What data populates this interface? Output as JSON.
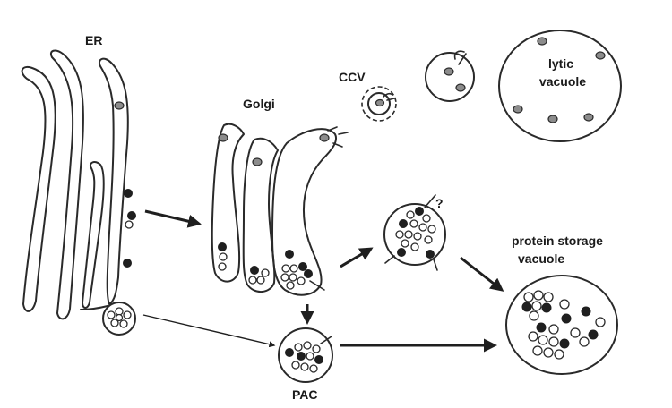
{
  "labels": {
    "er": "ER",
    "golgi": "Golgi",
    "ccv": "CCV",
    "lytic_vacuole_line1": "lytic",
    "lytic_vacuole_line2": "vacuole",
    "psv_line1": "protein storage",
    "psv_line2": "vacuole",
    "pac": "PAC",
    "question": "?"
  },
  "colors": {
    "membrane": "#2a2a2a",
    "gray_protein": "#8c8c8c",
    "dark_protein": "#1f1f1f",
    "light_protein": "#ffffff"
  }
}
